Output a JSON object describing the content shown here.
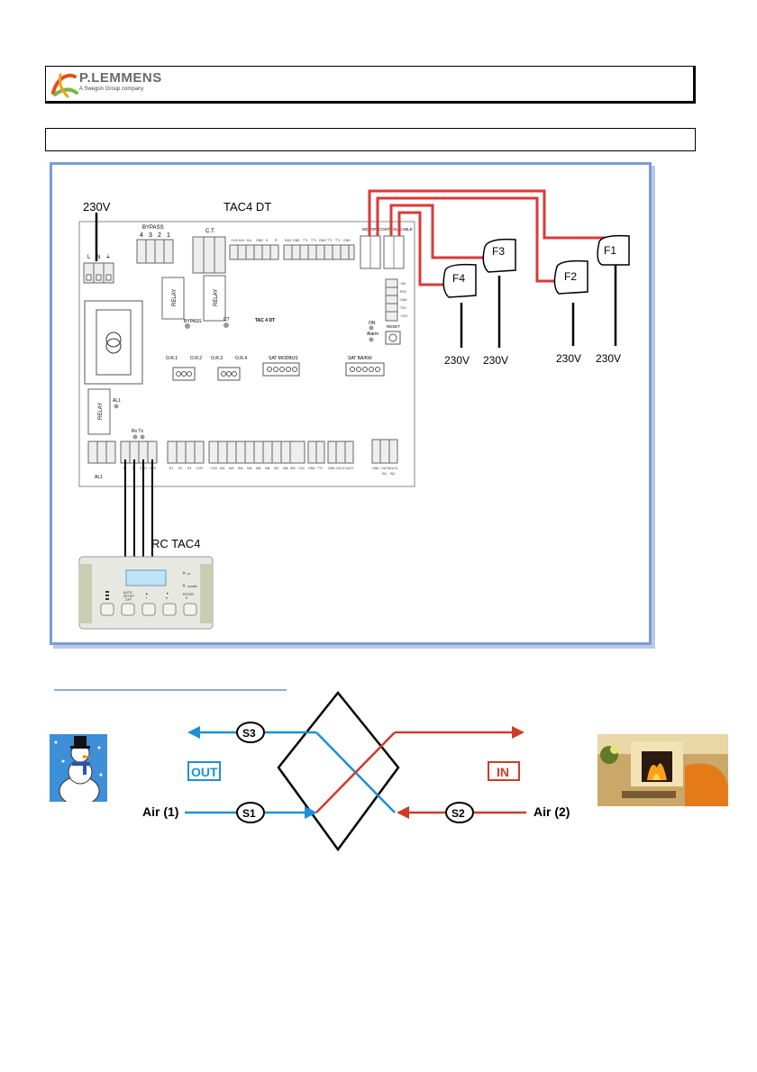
{
  "header": {
    "logo_name": "P.LEMMENS",
    "logo_tagline": "A Swegon Group company"
  },
  "wiring": {
    "mains_label": "230V",
    "board_title": "TAC4 DT",
    "board_subtitle": "TAC 4 DT",
    "bypass_label": "BYPASS",
    "bypass_pins": [
      "4",
      "3",
      "2",
      "1"
    ],
    "ln_labels": [
      "L",
      "N",
      "⏚"
    ],
    "ct_label": "C.T.",
    "relay_label": "RELAY",
    "bypass_small": "BYPASS",
    "ct_small": "CT",
    "or_labels": [
      "O.R.1",
      "O.R.2",
      "O.R.3",
      "O.R.4"
    ],
    "sat_modbus": "SAT MODBUS",
    "sat_baxw": "SAT BA/KW",
    "al1": "AL1",
    "rx_tx": "Rx  Tx",
    "motor_control": "MOTOR CONTROL CABLE",
    "on_label": "ON",
    "alarm_label": "Alarm",
    "reset_label": "RESET",
    "top_terminal_labels": [
      "+12V",
      "KA+",
      "KA-",
      "GND",
      "K",
      "R",
      "IN10",
      "GND",
      "T°4",
      "T°3",
      "GND",
      "T°2",
      "T°1",
      "GND"
    ],
    "right_terminal_labels": [
      "+5V",
      "RX0",
      "GND",
      "TX0",
      "+12V"
    ],
    "bottom_terminal_labels_a": [
      "B",
      "A",
      "GND",
      "+12V"
    ],
    "bottom_terminal_labels_b": [
      "K1",
      "K2",
      "K3",
      "+12V"
    ],
    "bottom_terminal_labels_c": [
      "+12V",
      "IN1",
      "IN2",
      "IN3",
      "IN4",
      "IN5",
      "IN6",
      "IN7",
      "IN8",
      "IN9",
      "+12V"
    ],
    "bottom_terminal_labels_d": [
      "GND",
      "T°5"
    ],
    "bottom_terminal_labels_e": [
      "GND",
      "OUT1",
      "OUT2"
    ],
    "bottom_terminal_labels_f": [
      "GND",
      "OUT3",
      "OUT4"
    ],
    "bottom_small_labels": [
      "W1",
      "W2"
    ],
    "fans": [
      {
        "label": "F1",
        "voltage": "230V"
      },
      {
        "label": "F2",
        "voltage": "230V"
      },
      {
        "label": "F3",
        "voltage": "230V"
      },
      {
        "label": "F4",
        "voltage": "230V"
      }
    ],
    "remote_label": "RC TAC4",
    "remote_leds": [
      "Fx",
      "ALARM"
    ],
    "remote_buttons": [
      "",
      "AUTO\nSETUP\nOFF",
      "▲",
      "▼",
      "ENTER\nK"
    ],
    "remote_button_line1": [
      "",
      "AUTO",
      "▲",
      "▼",
      "ENTER"
    ],
    "remote_button_line2": [
      "",
      "SETUP",
      "I",
      "II",
      "K"
    ],
    "remote_button_line3": [
      "",
      "OFF",
      "",
      "",
      ""
    ],
    "remote_bottom_nums": [
      "",
      "",
      "",
      "",
      ""
    ]
  },
  "airflow": {
    "sensors": [
      "S3",
      "S1",
      "S2"
    ],
    "out_label": "OUT",
    "in_label": "IN",
    "air1_label": "Air (1)",
    "air2_label": "Air (2)",
    "cold_color": "#1f8fd6",
    "warm_color": "#d03a2a"
  }
}
